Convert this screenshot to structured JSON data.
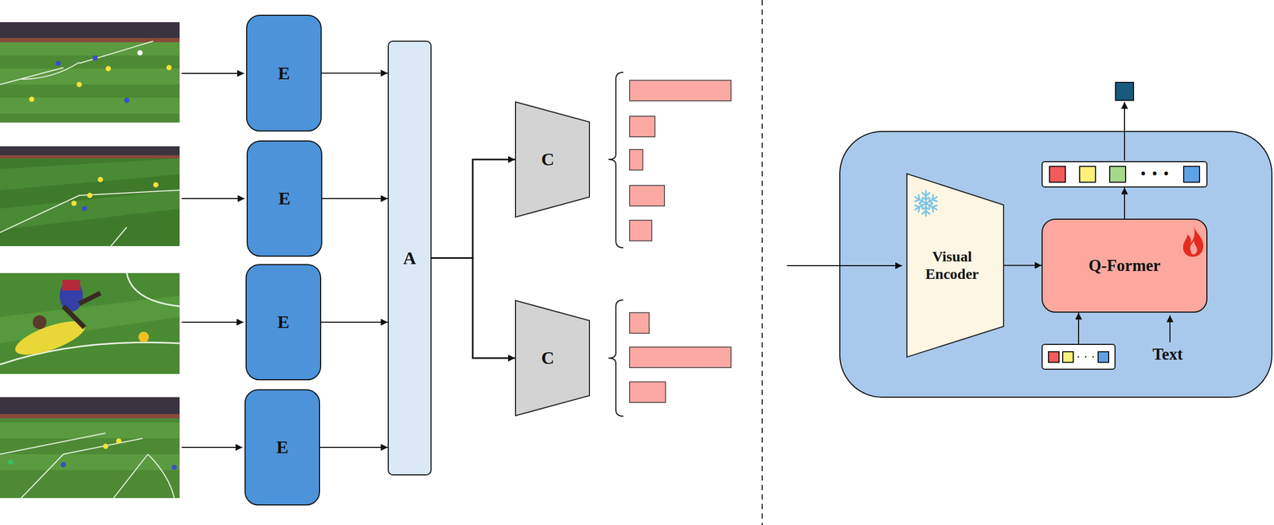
{
  "diagram": {
    "nodes": [
      {
        "text": [
          "E"
        ]
      },
      {
        "text": [
          "E"
        ]
      },
      {
        "text": [
          "E"
        ]
      },
      {
        "text": [
          "E"
        ]
      },
      {
        "text": [
          "A"
        ]
      },
      {
        "text": [
          "C"
        ]
      },
      {
        "text": [
          "C"
        ]
      },
      {
        "text": [
          "Visual Encoder"
        ]
      },
      {
        "text": [
          "• • •"
        ]
      },
      {
        "text": [
          "Q-Former"
        ]
      },
      {
        "text": [
          "· · ·"
        ]
      }
    ],
    "edges": [
      {
        "from": 0,
        "to": 4,
        "arrow": "to"
      },
      {
        "from": 1,
        "to": 4,
        "arrow": "to"
      },
      {
        "from": 2,
        "to": 4,
        "arrow": "to"
      },
      {
        "from": 3,
        "to": 4,
        "arrow": "to"
      },
      {
        "from": 4,
        "to": 5,
        "arrow": "to"
      },
      {
        "from": 4,
        "to": 6,
        "arrow": "to"
      },
      {
        "from": 7,
        "to": 9,
        "arrow": "to"
      },
      {
        "from": 10,
        "to": 9,
        "arrow": "to"
      },
      {
        "from": 9,
        "to": 8,
        "arrow": "to"
      }
    ],
    "labels": [
      "Text"
    ]
  }
}
